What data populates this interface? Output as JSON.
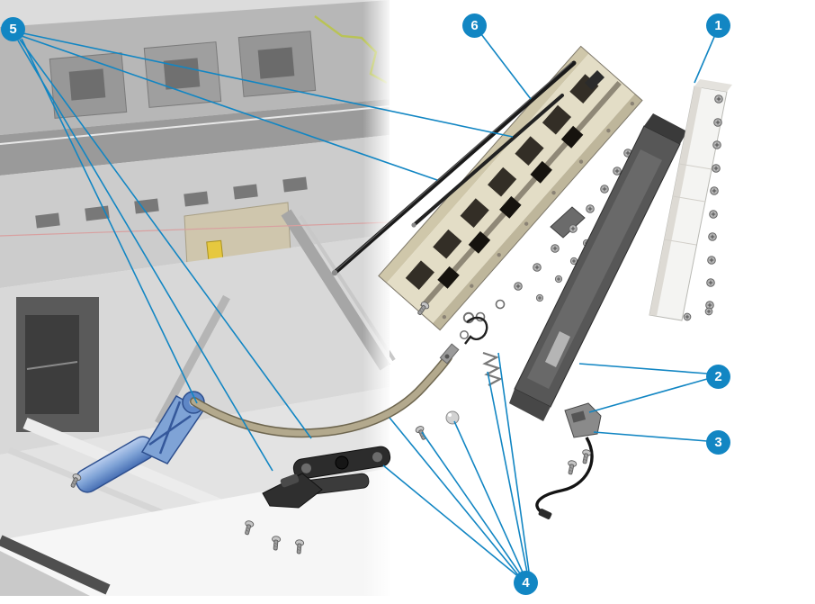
{
  "callouts": {
    "c1": {
      "label": "1"
    },
    "c2": {
      "label": "2"
    },
    "c3": {
      "label": "3"
    },
    "c4": {
      "label": "4"
    },
    "c5": {
      "label": "5"
    },
    "c6": {
      "label": "6"
    }
  },
  "colors": {
    "callout": "#1286c3",
    "leader_line": "#1286c3",
    "photo_bg": "#ededed",
    "beam": "#e3ddc6",
    "beam_slot": "#332e26",
    "rod": "#1a1a1a",
    "lever": "#7fa3d6",
    "linkage_rod": "#b3a98d",
    "dark_panel": "#575757",
    "light_panel": "#f4f4f2",
    "cable": "#141414"
  }
}
